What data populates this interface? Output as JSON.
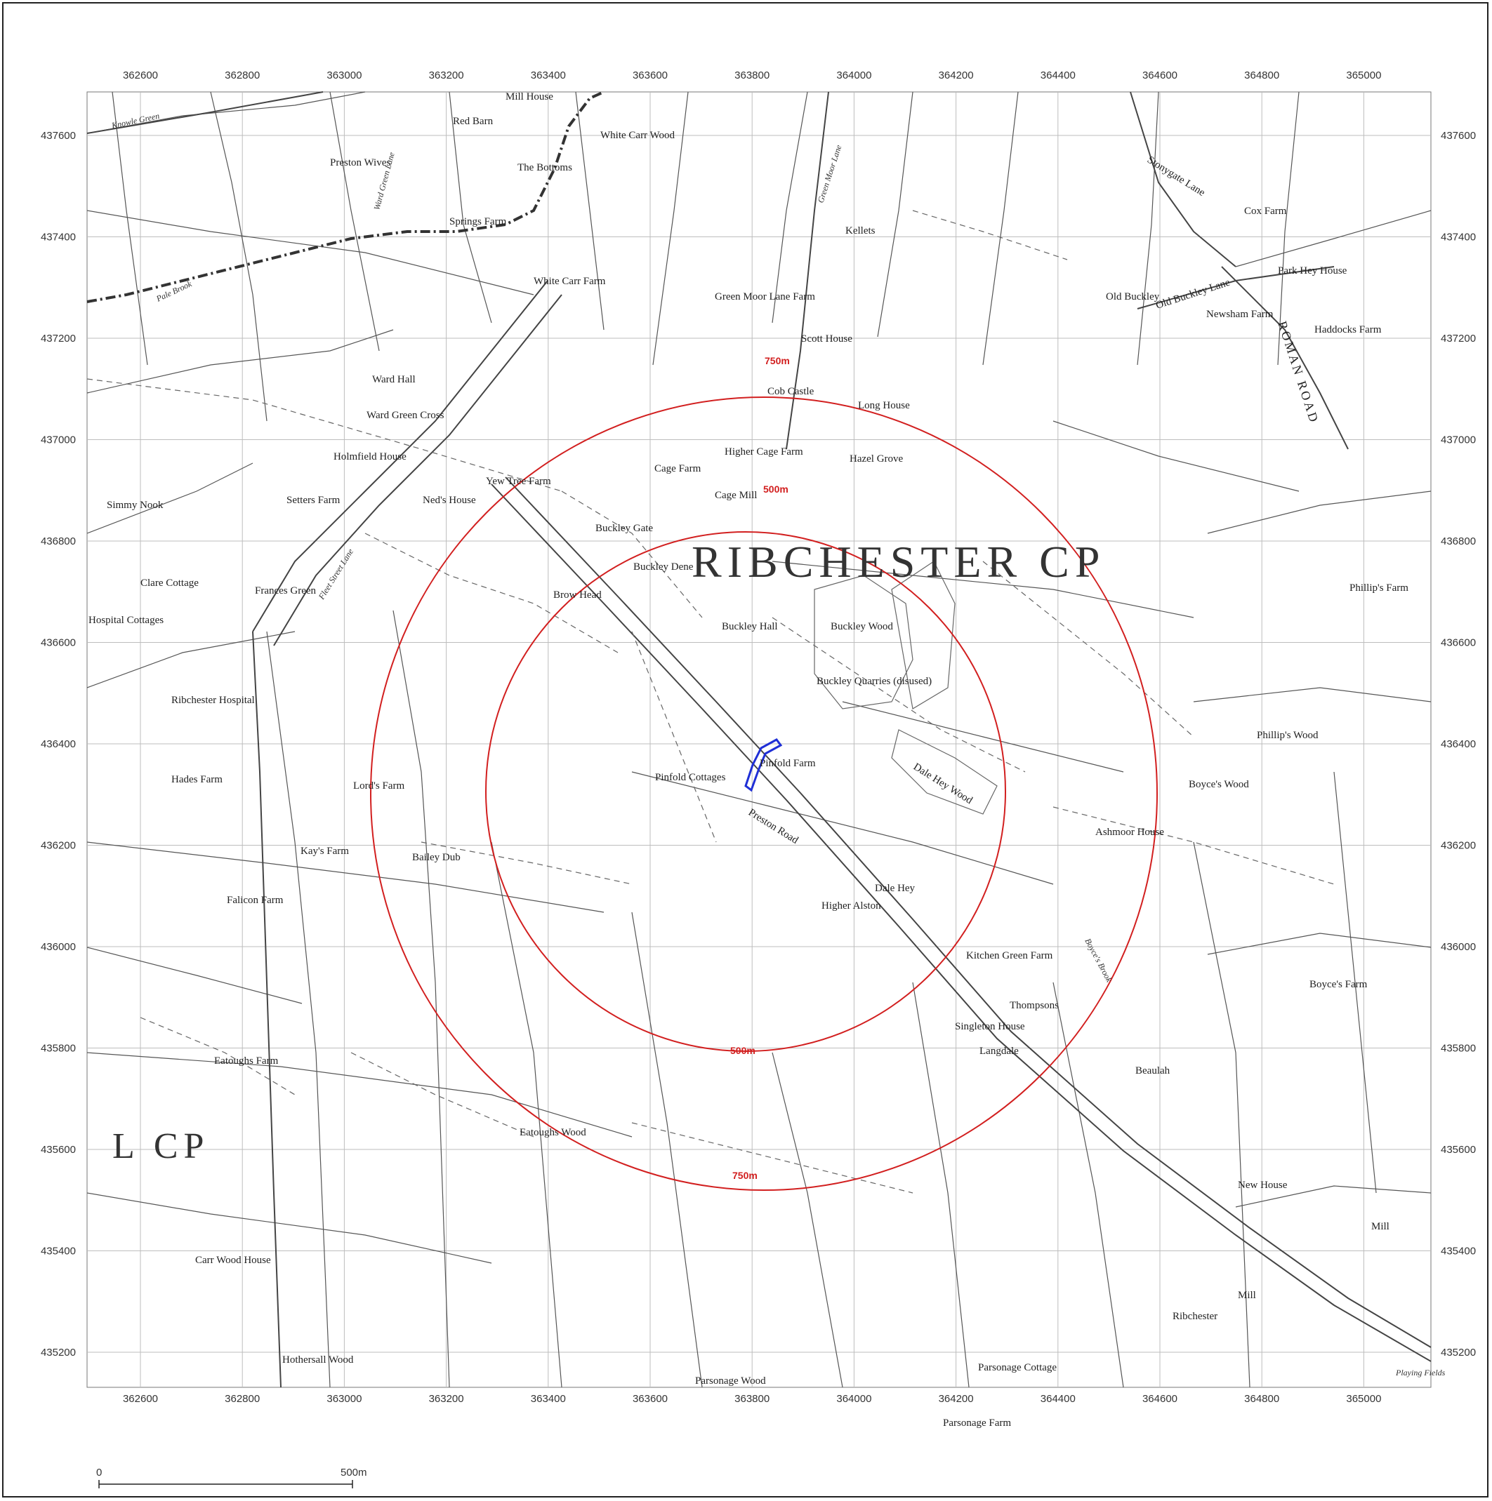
{
  "map": {
    "colors": {
      "ring": "#d21f1f",
      "site": "#1f2fd6",
      "grid": "#bdbdbd",
      "linework": "#555555"
    },
    "x_ticks_top": [
      "362600",
      "362800",
      "363000",
      "363200",
      "363400",
      "363600",
      "363800",
      "364000",
      "364200",
      "364400",
      "364600",
      "364800",
      "365000"
    ],
    "x_ticks_bottom": [
      "362600",
      "362800",
      "363000",
      "363200",
      "363400",
      "363600",
      "363800",
      "364000",
      "364200",
      "364400",
      "364600",
      "364800",
      "365000"
    ],
    "y_ticks_left": [
      "437600",
      "437400",
      "437200",
      "437000",
      "436800",
      "436600",
      "436400",
      "436200",
      "436000",
      "435800",
      "435600",
      "435400",
      "435200"
    ],
    "y_ticks_right": [
      "437600",
      "437400",
      "437200",
      "437000",
      "436800",
      "436600",
      "436400",
      "436200",
      "436000",
      "435800",
      "435600",
      "435400",
      "435200"
    ],
    "parish_label": "RIBCHESTER CP",
    "parish_label_left": "L CP",
    "ring_inner_label_top": "500m",
    "ring_inner_label_bottom": "500m",
    "ring_outer_label_top": "750m",
    "ring_outer_label_bottom": "750m",
    "road_label": "ROMAN ROAD",
    "preston_road": "Preston Road",
    "site_label": "Pinfold Farm",
    "scale_start": "0",
    "scale_end": "500m",
    "places": {
      "white_carr_wood": "White Carr Wood",
      "mill_house": "Mill House",
      "red_barn": "Red Barn",
      "the_bottoms": "The Bottoms",
      "preston_wives": "Preston Wives",
      "springs_farm": "Springs Farm",
      "white_carr_farm": "White Carr Farm",
      "ward_hall": "Ward Hall",
      "ward_green_cross": "Ward Green Cross",
      "holmfield_house": "Holmfield House",
      "setters_farm": "Setters Farm",
      "neds_house": "Ned's House",
      "yew_tree_farm": "Yew Tree Farm",
      "simmy_nook": "Simmy Nook",
      "clare_cottage": "Clare Cottage",
      "frances_green": "Frances Green",
      "hospital_cottages": "Hospital Cottages",
      "ribchester_hospital": "Ribchester Hospital",
      "hades_farm": "Hades Farm",
      "lords_farm": "Lord's Farm",
      "kays_farm": "Kay's Farm",
      "bailey_dub": "Bailey Dub",
      "falicon_farm": "Falicon Farm",
      "eatoughs_farm": "Eatoughs Farm",
      "eatoughs_wood": "Eatoughs Wood",
      "carr_wood_house": "Carr Wood House",
      "hothersall_wood": "Hothersall Wood",
      "parsonage_wood": "Parsonage Wood",
      "parsonage_cottage": "Parsonage Cottage",
      "parsonage_farm": "Parsonage Farm",
      "green_moor_lane_farm": "Green Moor Lane Farm",
      "scott_house": "Scott House",
      "cob_castle": "Cob Castle",
      "long_house": "Long House",
      "kellets": "Kellets",
      "higher_cage_farm": "Higher Cage Farm",
      "cage_farm": "Cage Farm",
      "cage_mill": "Cage Mill",
      "hazel_grove": "Hazel Grove",
      "buckley_gate": "Buckley Gate",
      "buckley_dene": "Buckley Dene",
      "brow_head": "Brow Head",
      "buckley_hall": "Buckley Hall",
      "buckley_wood": "Buckley Wood",
      "buckley_quarries": "Buckley Quarries (disused)",
      "dale_hey_wood": "Dale Hey Wood",
      "pinfold_cottages": "Pinfold Cottages",
      "higher_alston": "Higher Alston",
      "dale_hey": "Dale Hey",
      "kitchen_green_farm": "Kitchen Green Farm",
      "thompsons": "Thompsons",
      "singleton_house": "Singleton House",
      "langdale": "Langdale",
      "beaulah": "Beaulah",
      "ashmoor_house": "Ashmoor House",
      "boyces_wood": "Boyce's Wood",
      "phillips_wood": "Phillip's Wood",
      "boyces_farm": "Boyce's Farm",
      "phillips_farm": "Phillip's Farm",
      "old_buckley": "Old Buckley",
      "old_buckley_lane": "Old Buckley Lane",
      "newsham_farm": "Newsham Farm",
      "haddocks_farm": "Haddocks Farm",
      "park_hey_house": "Park Hey House",
      "cox_farm": "Cox Farm",
      "stonygate_lane": "Stonygate Lane",
      "new_house": "New House",
      "mill_1": "Mill",
      "mill_2": "Mill",
      "ribchester": "Ribchester",
      "playing_fields": "Playing Fields",
      "knowle_green": "Knowle Green",
      "pale_brook": "Pale Brook",
      "ward_green_lane": "Ward Green Lane",
      "fleet_street_lane": "Fleet Street Lane",
      "green_moor_lane": "Green Moor Lane",
      "boyces_brook": "Boyce's Brook"
    }
  }
}
